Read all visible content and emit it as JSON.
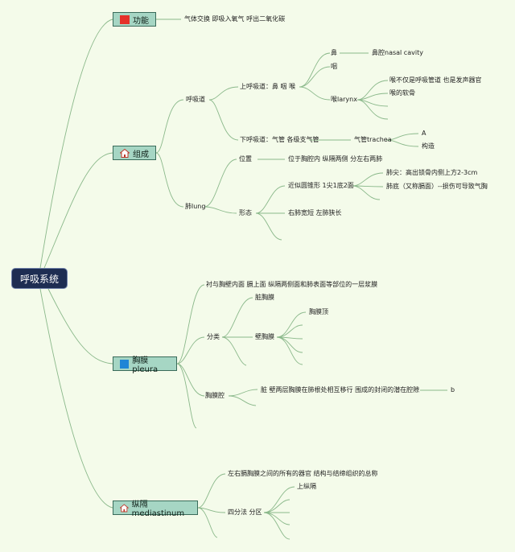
{
  "root": {
    "label": "呼吸系统"
  },
  "branches": {
    "function": {
      "label": "功能",
      "icon": "red-flag-icon",
      "desc": "气体交换 即吸入氧气 呼出二氧化碳"
    },
    "composition": {
      "label": "组成",
      "icon": "home-icon",
      "airway": "呼吸道",
      "upper": "上呼吸道：鼻 咽 喉",
      "nose": "鼻",
      "nasal_cavity": "鼻腔nasal cavity",
      "pharynx": "咽",
      "larynx": "喉larynx",
      "larynx_1": "喉不仅是呼吸管道 也是发声器官",
      "larynx_2": "喉的软骨",
      "lower": "下呼吸道：气管 各级支气管",
      "trachea": "气管trachea",
      "trachea_a": "A",
      "trachea_structure": "构造",
      "lung": "肺lung",
      "position": "位置",
      "position_desc": "位于胸腔内 纵隔两侧 分左右两肺",
      "shape": "形态",
      "shape_desc": "近似圆锥形 1尖1底2面",
      "apex": "肺尖：高出锁骨内侧上方2-3cm",
      "base": "肺底（又称膈面）--损伤可导致气胸",
      "right_left": "右肺宽短 左肺狭长"
    },
    "pleura": {
      "label": "胸膜pleura",
      "icon": "blue-flag-icon",
      "def": "衬与胸壁内面 膈上面 纵隔两侧面和肺表面等部位的一层浆膜",
      "classify": "分类",
      "visceral": "脏胸膜",
      "parietal": "壁胸膜",
      "cupula": "胸膜顶",
      "cavity": "胸膜腔",
      "cavity_desc": "脏 壁两层胸膜在肺根处相互移行 围成的封闭的潜在腔隙",
      "cavity_b": "b"
    },
    "mediastinum": {
      "label": "纵隔mediastinum",
      "icon": "home-icon",
      "def": "左右膈胸膜之间的所有的器官 结构与结缔组织的总称",
      "division": "四分法 分区",
      "upper": "上纵隔"
    }
  },
  "colors": {
    "background": "#f4fbea",
    "root": "#1e2d52",
    "node": "#a6d6c4",
    "line": "#8ab88a"
  }
}
